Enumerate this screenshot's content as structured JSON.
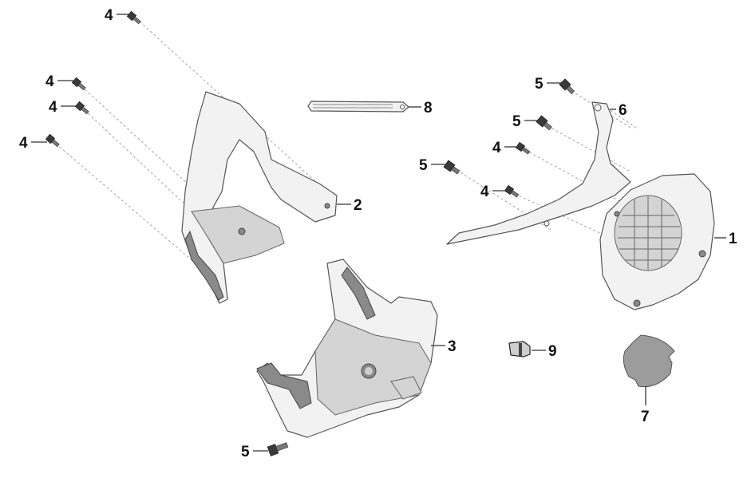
{
  "callouts": [
    {
      "id": "c-bolt-4-a",
      "number": "4"
    },
    {
      "id": "c-bolt-4-b",
      "number": "4"
    },
    {
      "id": "c-bolt-4-c",
      "number": "4"
    },
    {
      "id": "c-bolt-4-d",
      "number": "4"
    },
    {
      "id": "c-bolt-4-e",
      "number": "4"
    },
    {
      "id": "c-bolt-4-f",
      "number": "4"
    },
    {
      "id": "c-bolt-5-a",
      "number": "5"
    },
    {
      "id": "c-bolt-5-b",
      "number": "5"
    },
    {
      "id": "c-bolt-5-c",
      "number": "5"
    },
    {
      "id": "c-bolt-5-d",
      "number": "5"
    },
    {
      "id": "c-fan-cover",
      "number": "1"
    },
    {
      "id": "c-upper-cover",
      "number": "2"
    },
    {
      "id": "c-lower-cover",
      "number": "3"
    },
    {
      "id": "c-bracket",
      "number": "6"
    },
    {
      "id": "c-filter",
      "number": "7"
    },
    {
      "id": "c-strip",
      "number": "8"
    },
    {
      "id": "c-clip",
      "number": "9"
    }
  ]
}
